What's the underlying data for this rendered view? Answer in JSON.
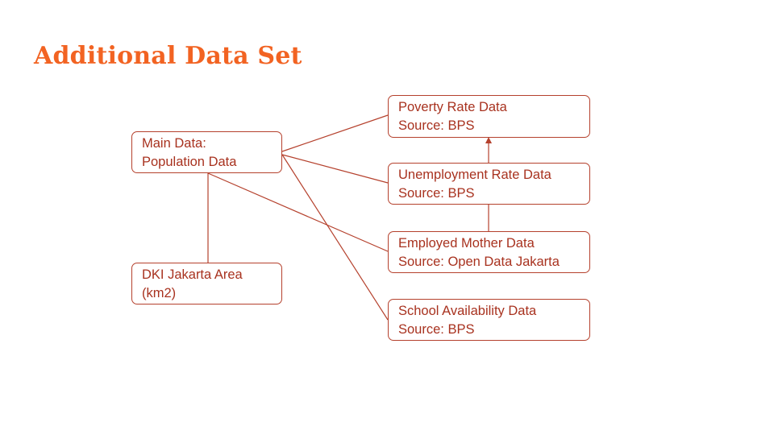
{
  "title": "Additional Data Set",
  "colors": {
    "title": "#f26322",
    "stroke": "#b5412d",
    "text": "#a8321f"
  },
  "nodes": {
    "main": {
      "line1": "Main Data:",
      "line2": "Population Data"
    },
    "area": {
      "line1": "DKI Jakarta Area",
      "line2": "(km2)"
    },
    "poverty": {
      "line1": "Poverty Rate Data",
      "line2": "Source: BPS"
    },
    "unemployment": {
      "line1": "Unemployment Rate Data",
      "line2": "Source: BPS"
    },
    "employed_mother": {
      "line1": "Employed Mother Data",
      "line2": "Source: Open Data Jakarta"
    },
    "school": {
      "line1": "School Availability Data",
      "line2": "Source: BPS"
    }
  }
}
